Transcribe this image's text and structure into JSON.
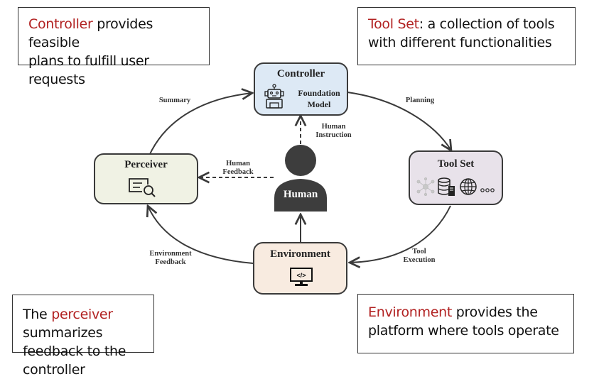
{
  "callouts": {
    "controller": {
      "highlight": "Controller",
      "line1_rest": " provides feasible",
      "line2": "plans to fulfill user requests"
    },
    "toolset": {
      "highlight": "Tool Set",
      "line1_rest": ": a collection of tools",
      "line2": "with different functionalities"
    },
    "perceiver": {
      "prefix": "The ",
      "highlight": "perceiver",
      "line1_rest": " summarizes",
      "line2": "feedback to the controller"
    },
    "environment": {
      "highlight": "Environment",
      "line1_rest": " provides the",
      "line2": "platform where tools operate"
    }
  },
  "nodes": {
    "controller": {
      "title": "Controller",
      "sub1": "Foundation",
      "sub2": "Model",
      "icon": "robot-icon",
      "fill": "#dde9f5"
    },
    "toolset": {
      "title": "Tool Set",
      "icon": "tools-icons",
      "fill": "#e8e2ea"
    },
    "perceiver": {
      "title": "Perceiver",
      "icon": "document-search-icon",
      "fill": "#f0f2e4"
    },
    "environment": {
      "title": "Environment",
      "icon": "monitor-code-icon",
      "code_glyph": "</>",
      "fill": "#f8ebe0"
    },
    "human": {
      "title": "Human",
      "icon": "person-icon",
      "fill": "#3d3d3d"
    }
  },
  "edges": {
    "summary": "Summary",
    "planning": "Planning",
    "human_instruction": [
      "Human",
      "Instruction"
    ],
    "human_feedback": [
      "Human",
      "Feedback"
    ],
    "environment_feedback": [
      "Environment",
      "Feedback"
    ],
    "tool_execution": [
      "Tool",
      "Execution"
    ]
  },
  "colors": {
    "highlight": "#b22222",
    "stroke": "#3a3a3a"
  }
}
